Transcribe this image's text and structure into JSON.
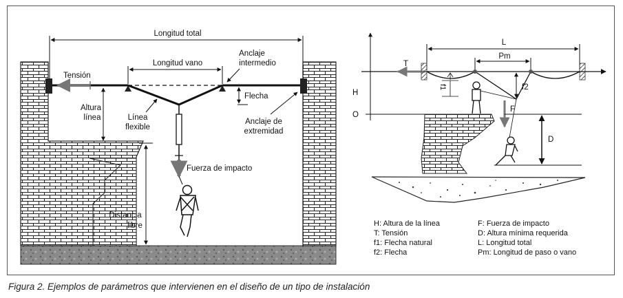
{
  "left": {
    "longitud_total": "Longitud total",
    "tension": "Tensión",
    "longitud_vano": "Longitud vano",
    "anclaje_intermedio_1": "Anclaje",
    "anclaje_intermedio_2": "intermedio",
    "flecha": "Flecha",
    "altura_linea_1": "Altura",
    "altura_linea_2": "línea",
    "linea_flexible_1": "Línea",
    "linea_flexible_2": "flexible",
    "anclaje_extremidad_1": "Anclaje de",
    "anclaje_extremidad_2": "extremidad",
    "fuerza_impacto": "Fuerza de impacto",
    "distancia_libre_1": "Distancia",
    "distancia_libre_2": "libre"
  },
  "right": {
    "L": "L",
    "T": "T",
    "Pm": "Pm",
    "H": "H",
    "f1": "f1",
    "f2": "f2",
    "O": "O",
    "F": "F",
    "D": "D"
  },
  "legend": {
    "col1": [
      "H: Altura de la línea",
      "T: Tensión",
      "f1: Flecha natural",
      "f2: Flecha"
    ],
    "col2": [
      "F: Fuerza de impacto",
      "D: Altura mínima requerida",
      "L: Longitud total",
      "Pm: Longitud de paso o vano"
    ]
  },
  "caption": "Figura 2. Ejemplos de parámetros que intervienen en el diseño de un tipo de instalación",
  "colors": {
    "arrow_gray": "#777777",
    "ground": "#777777",
    "brick": "#222222"
  }
}
